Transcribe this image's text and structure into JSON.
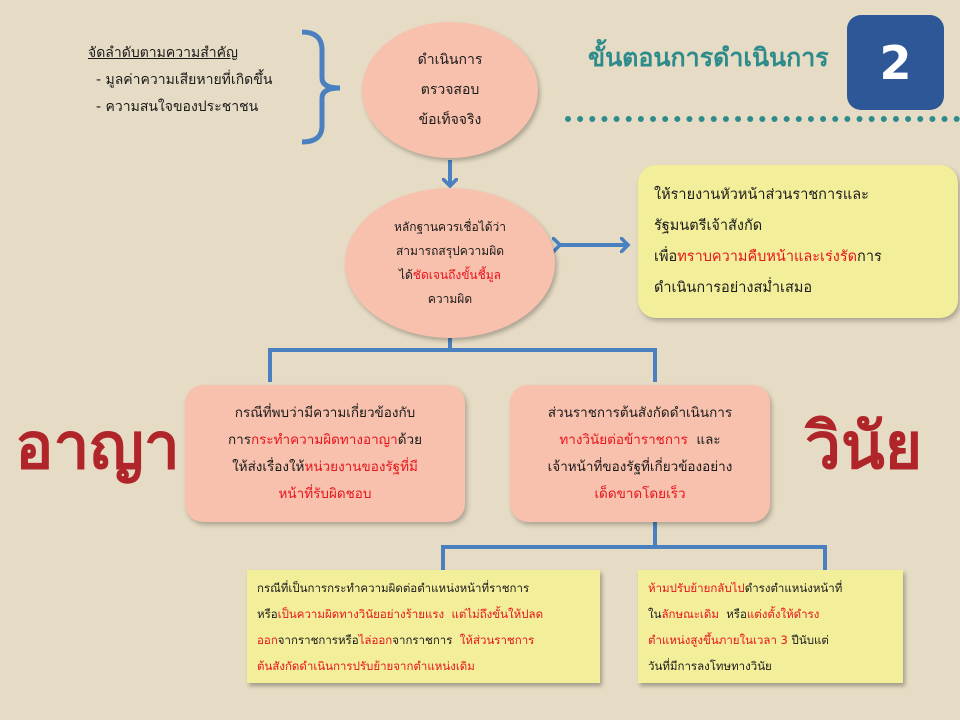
{
  "header": {
    "title": "ขั้นตอนการดำเนินการ",
    "step_number": "2"
  },
  "priority": {
    "heading": "จัดลำดับตามความสำคัญ",
    "items": [
      "- มูลค่าความเสียหายที่เกิดขึ้น",
      "- ความสนใจของประชาชน"
    ]
  },
  "investigate": {
    "lines": [
      [
        {
          "t": "ดำเนินการ"
        }
      ],
      [
        {
          "t": "ตรวจสอบ"
        }
      ],
      [
        {
          "t": "ข้อเท็จจริง"
        }
      ]
    ]
  },
  "evidence": {
    "lines": [
      [
        {
          "t": "หลักฐานควรเชื่อได้ว่า"
        }
      ],
      [
        {
          "t": "สามารถสรุปความผิด"
        }
      ],
      [
        {
          "t": "ได้"
        },
        {
          "t": "ชัดเจนถึงขั้นชี้มูล",
          "red": true
        }
      ],
      [
        {
          "t": "ความผิด"
        }
      ]
    ]
  },
  "report": {
    "lines": [
      [
        {
          "t": "ให้รายงานหัวหน้าส่วนราชการและ"
        }
      ],
      [
        {
          "t": "รัฐมนตรีเจ้าสังกัด"
        }
      ],
      [
        {
          "t": "เพื่อ"
        },
        {
          "t": "ทราบความคืบหน้าและเร่งรัด",
          "red": true
        },
        {
          "t": "การ"
        }
      ],
      [
        {
          "t": "ดำเนินการอย่างสม่ำเสมอ"
        }
      ]
    ]
  },
  "criminal": {
    "label": "อาญา",
    "lines": [
      [
        {
          "t": "กรณีที่พบว่ามีความเกี่ยวข้องกับ"
        }
      ],
      [
        {
          "t": "การ"
        },
        {
          "t": "กระทำความผิดทางอาญา",
          "red": true
        },
        {
          "t": "ด้วย"
        }
      ],
      [
        {
          "t": "ให้ส่งเรื่องให้"
        },
        {
          "t": "หน่วยงานของรัฐที่มี",
          "red": true
        }
      ],
      [
        {
          "t": "หน้าที่รับผิดชอบ",
          "red": true
        }
      ]
    ]
  },
  "discipline": {
    "label": "วินัย",
    "lines": [
      [
        {
          "t": "ส่วนราชการต้นสังกัดดำเนินการ"
        }
      ],
      [
        {
          "t": "ทางวินัยต่อข้าราชการ",
          "red": true
        },
        {
          "t": "  และ"
        }
      ],
      [
        {
          "t": "เจ้าหน้าที่ของรัฐที่เกี่ยวข้องอย่าง"
        }
      ],
      [
        {
          "t": "เด็ดขาดโดยเร็ว",
          "red": true
        }
      ]
    ]
  },
  "transfer": {
    "lines": [
      [
        {
          "t": "กรณีที่เป็นการกระทำความผิดต่อตำแหน่งหน้าที่ราชการ"
        }
      ],
      [
        {
          "t": "หรือ"
        },
        {
          "t": "เป็นความผิดทางวินัยอย่างร้ายแรง  แต่ไม่ถึงขั้นให้ปลด",
          "red": true
        }
      ],
      [
        {
          "t": "ออก",
          "red": true
        },
        {
          "t": "จากราชการหรือ"
        },
        {
          "t": "ไล่ออก",
          "red": true
        },
        {
          "t": "จากราชการ  "
        },
        {
          "t": "ให้ส่วนราชการ",
          "red": true
        }
      ],
      [
        {
          "t": "ต้นสังกัดดำเนินการปรับย้ายจากตำแหน่งเดิม",
          "red": true
        }
      ]
    ]
  },
  "prohibit": {
    "lines": [
      [
        {
          "t": "ห้ามปรับย้ายกลับไป",
          "red": true
        },
        {
          "t": "ดำรงตำแหน่งหน้าที่"
        }
      ],
      [
        {
          "t": "ใน"
        },
        {
          "t": "ลักษณะเดิม",
          "red": true
        },
        {
          "t": "  หรือ"
        },
        {
          "t": "แต่งตั้งให้ดำรง",
          "red": true
        }
      ],
      [
        {
          "t": "ตำแหน่งสูงขึ้นภายในเวลา 3",
          "red": true
        },
        {
          "t": " ปีนับแต่"
        }
      ],
      [
        {
          "t": "วันที่มีการลงโทษทางวินัย"
        }
      ]
    ]
  },
  "colors": {
    "arrow": "#4a7fc0",
    "accent_red": "#e8141c",
    "title": "#2e8b8b",
    "badge": "#2d5796",
    "big_label": "#b0252a"
  }
}
